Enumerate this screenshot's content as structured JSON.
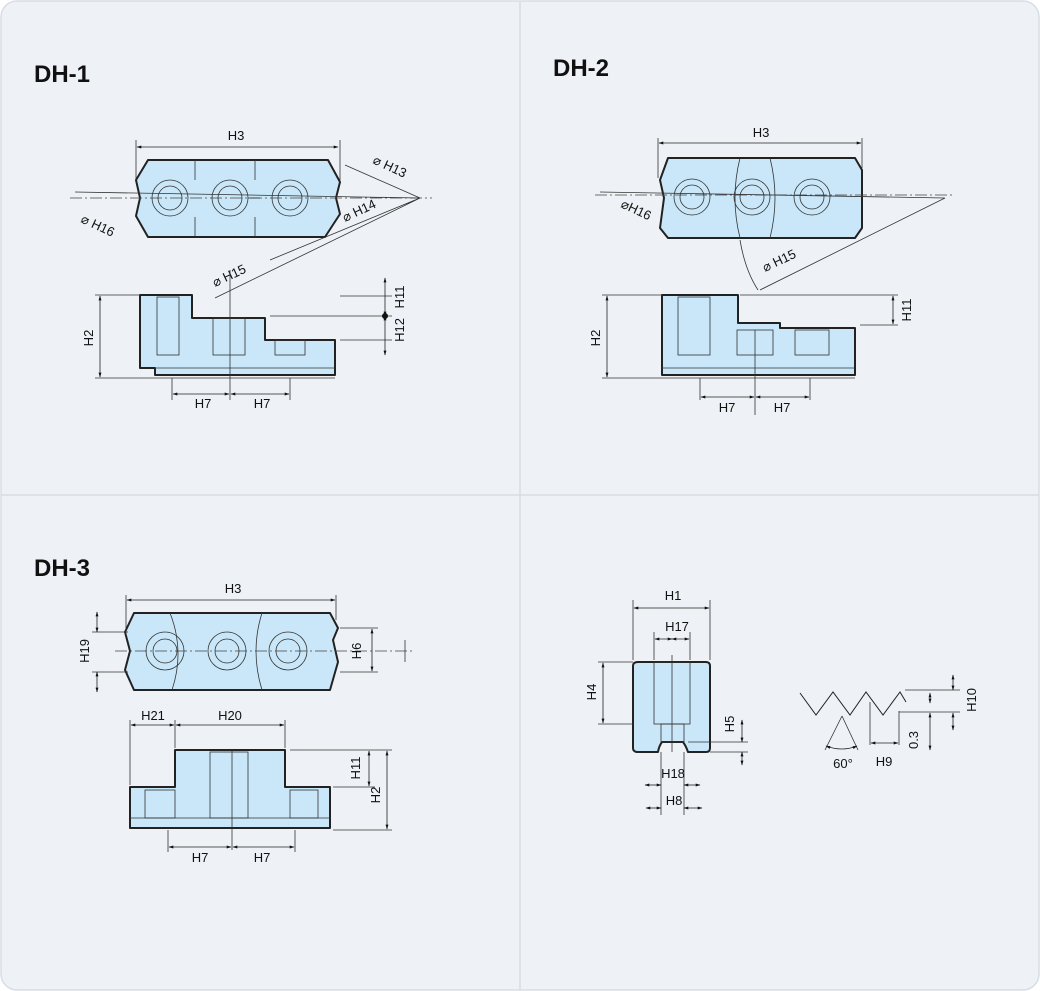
{
  "panels": {
    "dh1": {
      "title": "DH-1",
      "labels": {
        "h3": "H3",
        "h13": "⌀ H13",
        "h14": "⌀ H14",
        "h15": "⌀ H15",
        "h16": "⌀ H16",
        "h2": "H2",
        "h11": "H11",
        "h12": "H12",
        "h7a": "H7",
        "h7b": "H7"
      }
    },
    "dh2": {
      "title": "DH-2",
      "labels": {
        "h3": "H3",
        "h15": "⌀ H15",
        "h16": "⌀H16",
        "h2": "H2",
        "h11": "H11",
        "h7a": "H7",
        "h7b": "H7"
      }
    },
    "dh3": {
      "title": "DH-3",
      "labels": {
        "h3": "H3",
        "h19": "H19",
        "h6": "H6",
        "h21": "H21",
        "h20": "H20",
        "h11": "H11",
        "h2": "H2",
        "h7a": "H7",
        "h7b": "H7"
      }
    },
    "detail": {
      "labels": {
        "h1": "H1",
        "h17": "H17",
        "h4": "H4",
        "h5": "H5",
        "h18": "H18",
        "h8": "H8",
        "angle": "60°",
        "h9": "H9",
        "depth": "0.3",
        "h10": "H10"
      }
    }
  },
  "colors": {
    "background": "#eef2f6",
    "part_fill": "#c9e7f8",
    "outline": "#222222"
  }
}
